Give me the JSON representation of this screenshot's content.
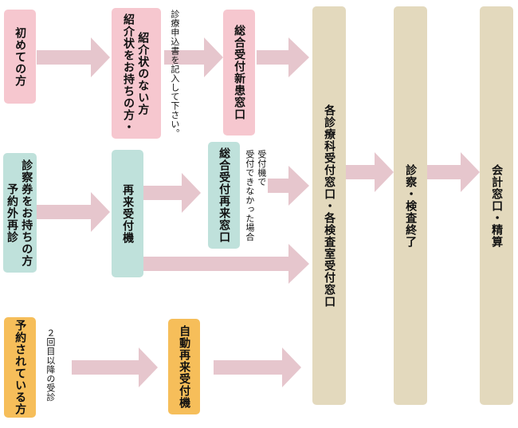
{
  "nodes": {
    "first_visit": "初めての方",
    "referral": [
      "紹介状をお持ちの方・",
      "紹介状のない方"
    ],
    "general_desk_new": "総合受付新患窓口",
    "return_reservation_card": [
      "予約外再診",
      "診察券をお持ちの方"
    ],
    "return_reception": "再来受付機",
    "general_desk_return": "総合受付再来窓口",
    "reserved": "予約されている方",
    "auto_return_reception": "自動再来受付機",
    "dept_desks": "各診療科受付窓口・各検査室受付窓口",
    "exam_done": "診察・検査終了",
    "cashier": "会計窓口・精算"
  },
  "notes": {
    "fill_form": "診療申込書を記入して下さい。",
    "cannot_use_machine": [
      "受付機で",
      "受付できなかった場合"
    ],
    "second_visit_onward": "２回目以降の受診"
  }
}
